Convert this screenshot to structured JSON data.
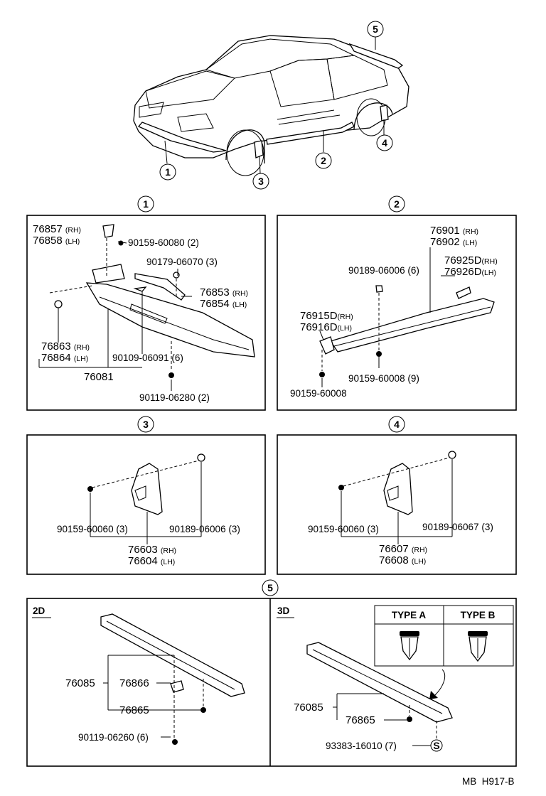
{
  "callouts": {
    "c1": "1",
    "c2": "2",
    "c3": "3",
    "c4": "4",
    "c5": "5"
  },
  "panel1": {
    "p76857": "76857",
    "p76858": "76858",
    "p90159_60080": "90159-60080",
    "q90159_60080": "(2)",
    "p90179_06070": "90179-06070",
    "q90179_06070": "(3)",
    "p76853": "76853",
    "p76854": "76854",
    "p76863": "76863",
    "p76864": "76864",
    "p90109_06091": "90109-06091",
    "q90109_06091": "(6)",
    "p76081": "76081",
    "p90119_06280": "90119-06280",
    "q90119_06280": "(2)"
  },
  "panel2": {
    "p76901": "76901",
    "p76902": "76902",
    "p76925D": "76925D",
    "p76926D": "76926D",
    "p90189_06006": "90189-06006",
    "q90189_06006": "(6)",
    "p76915D": "76915D",
    "p76916D": "76916D",
    "p90159_60008a": "90159-60008",
    "q90159_60008a": "(9)",
    "p90159_60008b": "90159-60008"
  },
  "panel3": {
    "p90159_60060": "90159-60060",
    "q90159_60060": "(3)",
    "p90189_06006": "90189-06006",
    "q90189_06006": "(3)",
    "p76603": "76603",
    "p76604": "76604"
  },
  "panel4": {
    "p90159_60060": "90159-60060",
    "q90159_60060": "(3)",
    "p90189_06067": "90189-06067",
    "q90189_06067": "(3)",
    "p76607": "76607",
    "p76608": "76608"
  },
  "panel5a": {
    "label": "2D",
    "p76085": "76085",
    "p76866": "76866",
    "p76865": "76865",
    "p90119_06260": "90119-06260",
    "q90119_06260": "(6)"
  },
  "panel5b": {
    "label": "3D",
    "type_a": "TYPE A",
    "type_b": "TYPE B",
    "p76085": "76085",
    "p76865": "76865",
    "p93383_16010": "93383-16010",
    "q93383_16010": "(7)",
    "s_mark": "S"
  },
  "sides": {
    "rh": "(RH)",
    "lh": "(LH)"
  },
  "footer": {
    "code": "MB  H917-B"
  }
}
